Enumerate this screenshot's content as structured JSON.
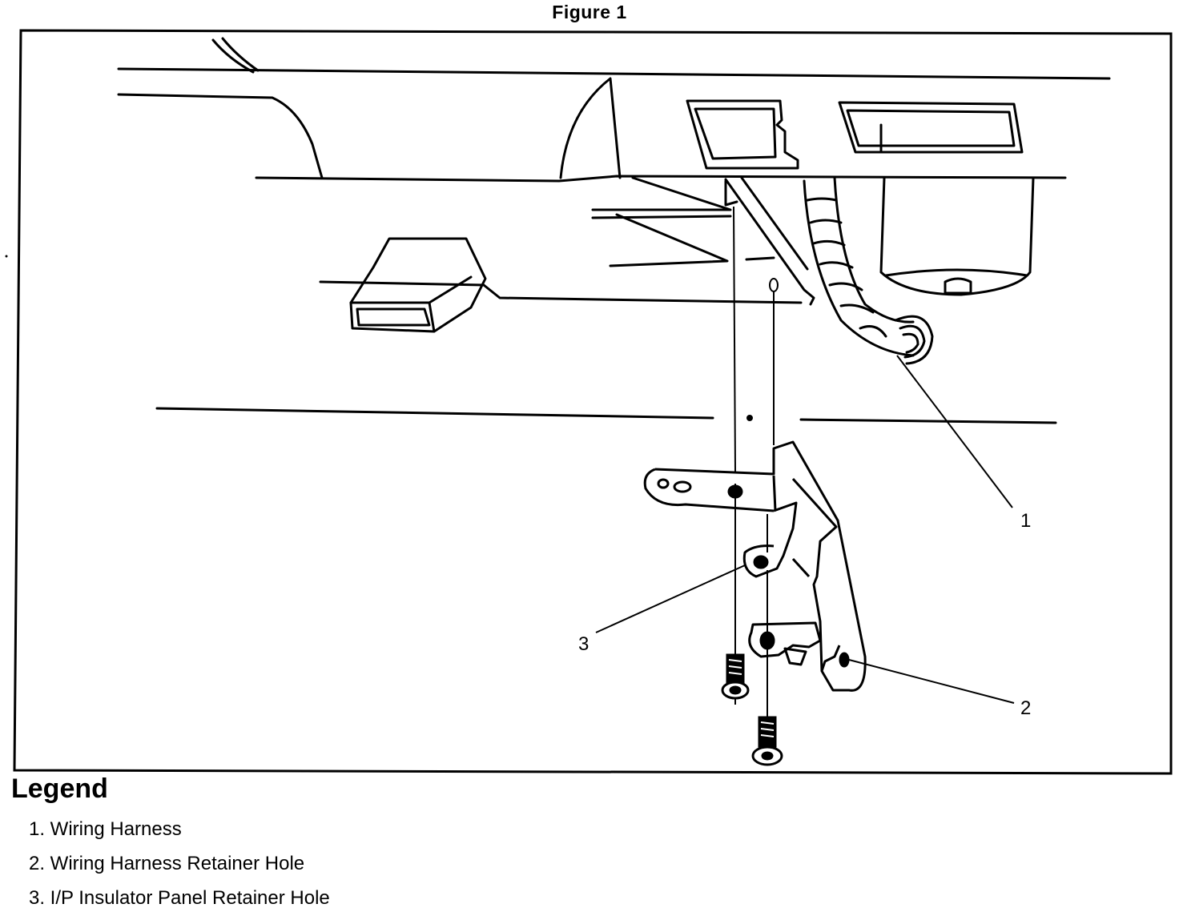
{
  "figure": {
    "title": "Figure 1",
    "callouts": [
      "1",
      "2",
      "3"
    ]
  },
  "legend": {
    "heading": "Legend",
    "items": [
      "1. Wiring Harness",
      "2. Wiring Harness Retainer Hole",
      "3. I/P Insulator Panel Retainer Hole"
    ]
  }
}
